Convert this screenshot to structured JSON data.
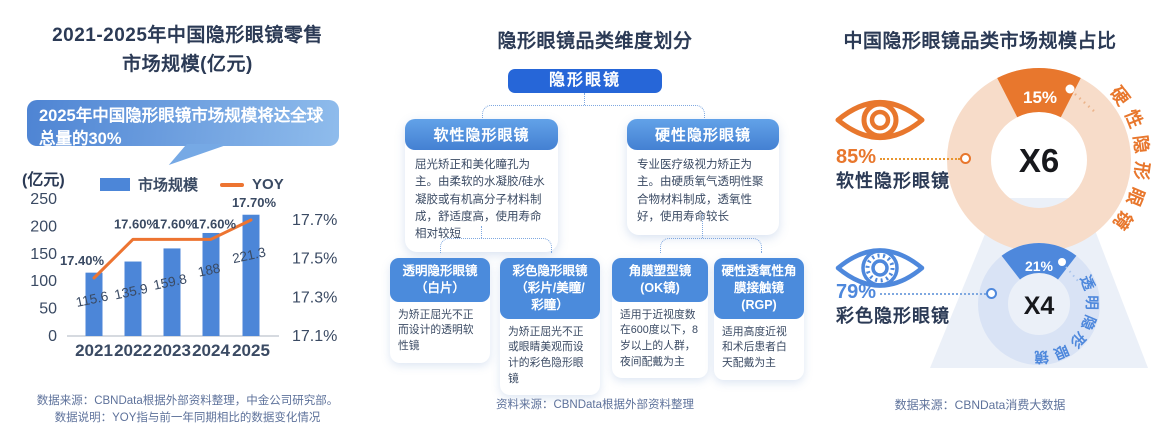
{
  "colors": {
    "bar_blue": "#4C86D8",
    "line_orange": "#ED7431",
    "accent_orange": "#E8772D",
    "ring_peach": "#F7DCC9",
    "accent_blue": "#4E88DC",
    "ring_light_blue": "#D9E3F5",
    "root_blue": "#2666D8",
    "dark_text": "#2B3A55"
  },
  "left_panel": {
    "title_line1": "2021-2025年中国隐形眼镜零售",
    "title_line2": "市场规模(亿元)",
    "callout_line1": "2025年中国隐形眼镜市场规模将达全球",
    "callout_line2": "总量的30%",
    "unit_label": "(亿元)",
    "legend_bar": "市场规模",
    "legend_line": "YOY",
    "source_line1": "数据来源：CBNData根据外部资料整理，中金公司研究部。",
    "source_line2": "数据说明：YOY指与前一年同期相比的数据变化情况"
  },
  "chart_data": [
    {
      "type": "bar",
      "title": "2021-2025年中国隐形眼镜零售市场规模(亿元)",
      "categories": [
        "2021",
        "2022",
        "2023",
        "2024",
        "2025"
      ],
      "series": [
        {
          "name": "市场规模",
          "type": "bar",
          "values": [
            115.6,
            135.9,
            159.8,
            188,
            221.3
          ],
          "labels": [
            "115.6",
            "135.9",
            "159.8",
            "188",
            "221.3"
          ],
          "color": "#4C86D8"
        },
        {
          "name": "YOY",
          "type": "line",
          "values": [
            17.4,
            17.6,
            17.6,
            17.6,
            17.7
          ],
          "labels": [
            "17.40%",
            "17.60%",
            "17.60%",
            "17.60%",
            "17.70%"
          ],
          "color": "#ED7431"
        }
      ],
      "left_axis": {
        "label": "(亿元)",
        "ticks": [
          250,
          200,
          150,
          100,
          50,
          0
        ],
        "min": 0,
        "max": 250
      },
      "right_axis": {
        "ticks": [
          "17.7%",
          "17.5%",
          "17.3%",
          "17.1%"
        ],
        "min": 17.1,
        "max": 17.7
      },
      "grid": false,
      "legend_position": "top"
    },
    {
      "type": "pie",
      "title": "中国隐形眼镜品类市场规模占比(上)",
      "center_label": "X6",
      "slices": [
        {
          "label": "软性隐形眼镜",
          "value": 85
        },
        {
          "label": "硬性隐形眼镜",
          "value": 15
        }
      ]
    },
    {
      "type": "pie",
      "title": "中国隐形眼镜品类市场规模占比(下)",
      "center_label": "X4",
      "slices": [
        {
          "label": "彩色隐形眼镜",
          "value": 79
        },
        {
          "label": "透明隐形眼镜",
          "value": 21
        }
      ]
    }
  ],
  "tree_panel": {
    "title": "隐形眼镜品类维度划分",
    "root": "隐形眼镜",
    "soft": {
      "title": "软性隐形眼镜",
      "desc": "屈光矫正和美化瞳孔为主。由柔软的水凝胶/硅水凝胶或有机高分子材料制成，舒适度高，使用寿命相对较短",
      "leaf1_title": "透明隐形眼镜\n（白片）",
      "leaf1_desc": "为矫正屈光不正而设计的透明软性镜",
      "leaf2_title": "彩色隐形眼镜\n（彩片/美瞳/\n彩瞳）",
      "leaf2_desc": "为矫正屈光不正或眼睛美观而设计的彩色隐形眼镜"
    },
    "hard": {
      "title": "硬性隐形眼镜",
      "desc": "专业医疗级视力矫正为主。由硬质氧气透明性聚合物材料制成，透氧性好，使用寿命较长",
      "leaf1_title": "角膜塑型镜\n(OK镜)",
      "leaf1_desc": "适用于近视度数在600度以下，8岁以上的人群，夜间配戴为主",
      "leaf2_title": "硬性透氧性角\n膜接触镜\n(RGP)",
      "leaf2_desc": "适用高度近视和术后患者白天配戴为主"
    },
    "source": "资料来源：CBNData根据外部资料整理"
  },
  "donut_panel": {
    "title": "中国隐形眼镜品类市场规模占比",
    "top": {
      "slice_pct": "15%",
      "ring_label": "硬性隐形眼镜",
      "center_label": "X6",
      "side_pct": "85%",
      "side_label": "软性隐形眼镜"
    },
    "bottom": {
      "slice_pct": "21%",
      "ring_label": "透明隐形眼镜",
      "center_label": "X4",
      "side_pct": "79%",
      "side_label": "彩色隐形眼镜"
    },
    "source": "数据来源：CBNData消费大数据"
  }
}
